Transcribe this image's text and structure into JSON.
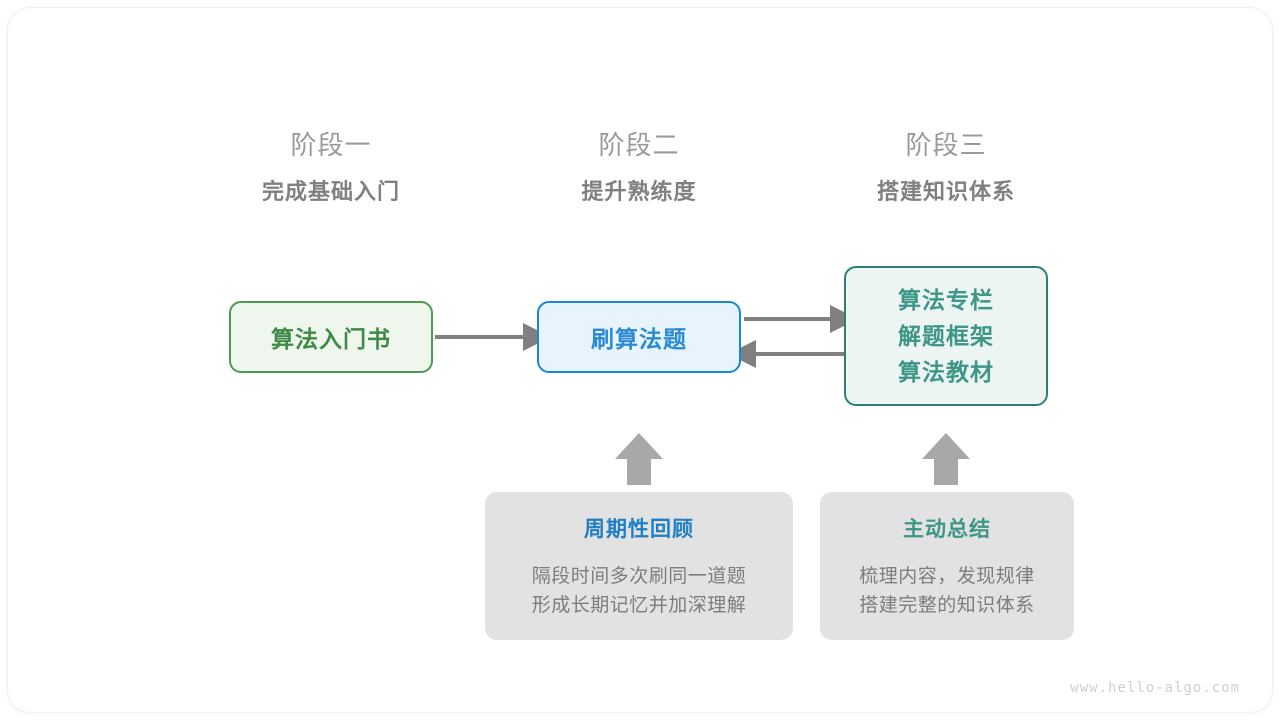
{
  "diagram": {
    "title_watermark": "www.hello-algo.com",
    "stages": [
      {
        "number": "阶段一",
        "title": "完成基础入门"
      },
      {
        "number": "阶段二",
        "title": "提升熟练度"
      },
      {
        "number": "阶段三",
        "title": "搭建知识体系"
      }
    ],
    "nodes": {
      "green": {
        "label": "算法入门书",
        "color": "#3f8a46",
        "border": "#4e9a51",
        "fill": "#eef6ee"
      },
      "blue": {
        "label": "刷算法题",
        "color": "#2a8ad4",
        "border": "#1b86d8",
        "fill": "#e8f4fd"
      },
      "teal": {
        "lines": [
          "算法专栏",
          "解题框架",
          "算法教材"
        ],
        "color": "#3d9688",
        "border": "#2f7f77",
        "fill": "#edf5f3"
      }
    },
    "panels": [
      {
        "title": "周期性回顾",
        "title_color": "#1f7fc4",
        "body_lines": [
          "隔段时间多次刷同一道题",
          "形成长期记忆并加深理解"
        ]
      },
      {
        "title": "主动总结",
        "title_color": "#3d9688",
        "body_lines": [
          "梳理内容，发现规律",
          "搭建完整的知识体系"
        ]
      }
    ],
    "arrows": {
      "color": "#808080",
      "items": [
        {
          "name": "arrow-green-to-blue",
          "direction": "right"
        },
        {
          "name": "arrow-blue-to-teal",
          "direction": "right"
        },
        {
          "name": "arrow-teal-to-blue",
          "direction": "left"
        },
        {
          "name": "arrow-review-up",
          "direction": "up"
        },
        {
          "name": "arrow-summary-up",
          "direction": "up"
        }
      ]
    }
  }
}
